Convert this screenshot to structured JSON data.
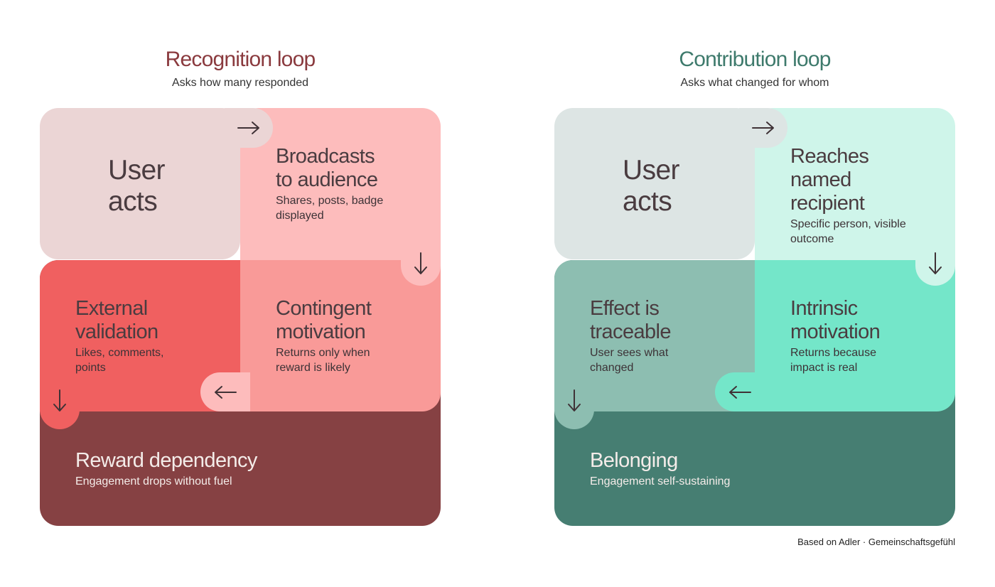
{
  "colors": {
    "recognition_heading": "#8a3a3e",
    "contribution_heading": "#3e7a6c"
  },
  "recognition": {
    "heading": "Recognition loop",
    "subheading": "Asks how many responded",
    "user_acts": {
      "title_line1": "User",
      "title_line2": "acts"
    },
    "broadcast": {
      "title_line1": "Broadcasts",
      "title_line2": "to audience",
      "desc_line1": "Shares, posts, badge",
      "desc_line2": "displayed"
    },
    "external": {
      "title_line1": "External",
      "title_line2": "validation",
      "desc_line1": "Likes, comments,",
      "desc_line2": "points"
    },
    "contingent": {
      "title_line1": "Contingent",
      "title_line2": "motivation",
      "desc_line1": "Returns only when",
      "desc_line2": "reward is likely"
    },
    "outcome": {
      "title": "Reward dependency",
      "desc": "Engagement drops without fuel"
    }
  },
  "contribution": {
    "heading": "Contribution loop",
    "subheading": "Asks what changed for whom",
    "user_acts": {
      "title_line1": "User",
      "title_line2": "acts"
    },
    "reaches": {
      "title_line1": "Reaches",
      "title_line2": "named",
      "title_line3": "recipient",
      "desc_line1": "Specific person, visible",
      "desc_line2": "outcome"
    },
    "effect": {
      "title_line1": "Effect is",
      "title_line2": "traceable",
      "desc_line1": "User sees what",
      "desc_line2": "changed"
    },
    "intrinsic": {
      "title_line1": "Intrinsic",
      "title_line2": "motivation",
      "desc_line1": "Returns because",
      "desc_line2": "impact is real"
    },
    "outcome": {
      "title": "Belonging",
      "desc": "Engagement self-sustaining"
    }
  },
  "credit": "Based on Adler · Gemeinschaftsgefühl"
}
